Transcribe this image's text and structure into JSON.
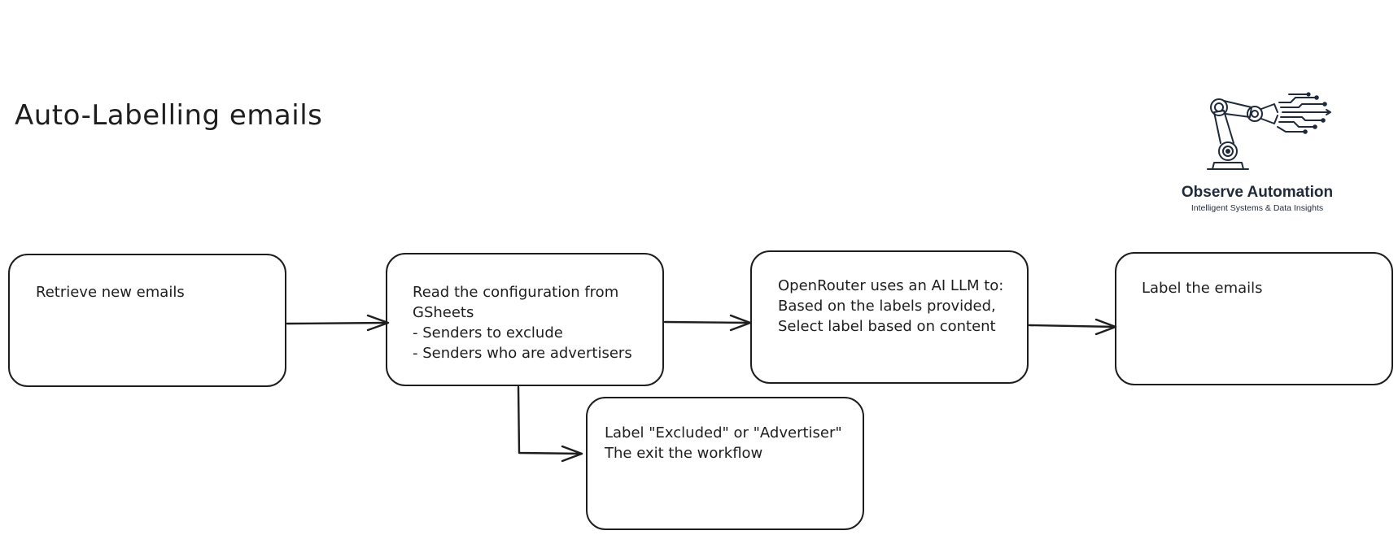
{
  "title": "Auto-Labelling emails",
  "brand": {
    "name": "Observe Automation",
    "tagline": "Intelligent Systems & Data Insights",
    "color": "#1f2a3a"
  },
  "colors": {
    "stroke": "#1e1e1e",
    "background": "#ffffff"
  },
  "nodes": {
    "retrieve": {
      "lines": [
        "Retrieve new emails"
      ]
    },
    "config": {
      "lines": [
        "Read the configuration from",
        "GSheets",
        "- Senders to exclude",
        "- Senders who are advertisers"
      ]
    },
    "openrouter": {
      "lines": [
        "OpenRouter uses an AI LLM to:",
        "Based on the labels provided,",
        "Select label based on content"
      ]
    },
    "label": {
      "lines": [
        "Label the emails"
      ]
    },
    "excluded": {
      "lines": [
        "Label \"Excluded\" or \"Advertiser\"",
        "The exit the workflow"
      ]
    }
  }
}
